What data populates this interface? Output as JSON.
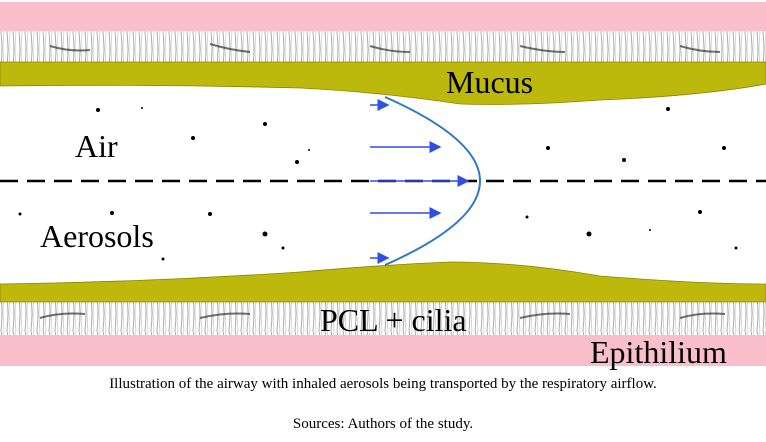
{
  "diagram": {
    "labels": {
      "mucus": "Mucus",
      "air": "Air",
      "aerosols": "Aerosols",
      "pcl_cilia": "PCL + cilia",
      "epithelium": "Epithilium"
    },
    "colors": {
      "epithelium": "#fbbfcb",
      "mucus": "#bcb80c",
      "velocity_profile": "#2e7bc4",
      "arrows": "#2f4fe6"
    }
  },
  "caption": "Illustration of the airway with inhaled aerosols being transported by the respiratory airflow.",
  "sources": "Sources: Authors of the study."
}
